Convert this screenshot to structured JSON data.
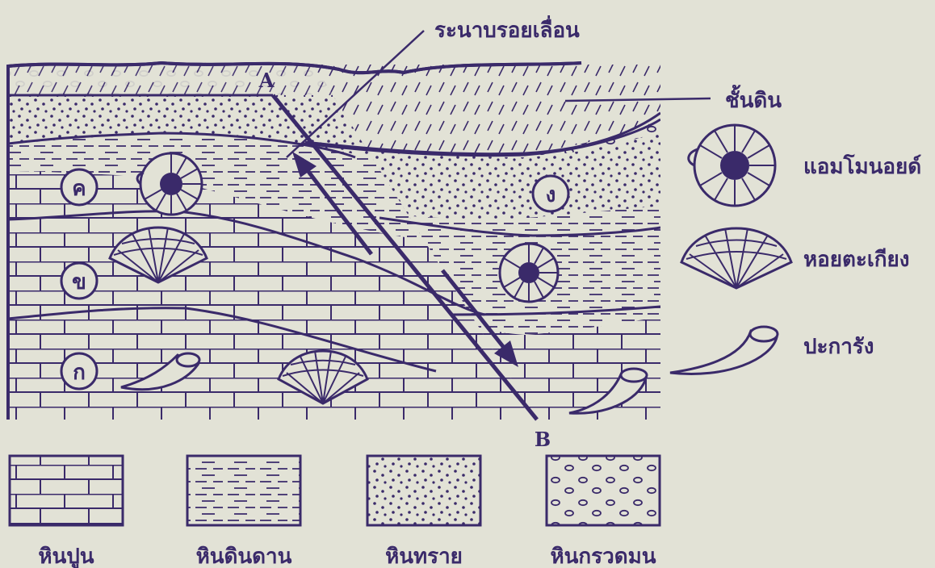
{
  "colors": {
    "ink": "#3a2a6a",
    "paper": "#e2e2d6"
  },
  "labels": {
    "fault_plane": "ระนาบรอยเลื่อน",
    "soil": "ชั้นดิน",
    "point_a": "A",
    "point_b": "B",
    "layer_ko": "ก",
    "layer_kho": "ข",
    "layer_kho2": "ค",
    "layer_ngo": "ง"
  },
  "fossil_legend": [
    {
      "icon": "ammonite-icon",
      "label": "แอมโมนอยด์"
    },
    {
      "icon": "scallop-icon",
      "label": "หอยตะเกียง"
    },
    {
      "icon": "coral-icon",
      "label": "ปะการัง"
    }
  ],
  "rock_legend": [
    {
      "icon": "limestone-pattern-icon",
      "label": "หินปูน"
    },
    {
      "icon": "shale-pattern-icon",
      "label": "หินดินดาน"
    },
    {
      "icon": "sandstone-pattern-icon",
      "label": "หินทราย"
    },
    {
      "icon": "conglomerate-pattern-icon",
      "label": "หินกรวดมน"
    }
  ]
}
